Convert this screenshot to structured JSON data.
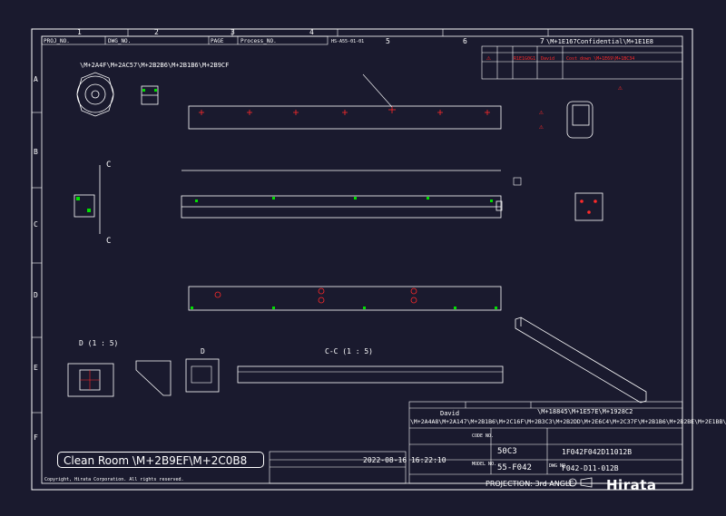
{
  "grid": {
    "columns": [
      "1",
      "2",
      "3",
      "4",
      "5",
      "6",
      "7"
    ],
    "rows": [
      "A",
      "B",
      "C",
      "D",
      "E",
      "F"
    ]
  },
  "header": {
    "proj_no_label": "PROJ_NO.",
    "dwg_no_label": "DWG_NO.",
    "page_label": "PAGE",
    "process_no_label": "Process_NO.",
    "small_code": "HS-A55-01-01",
    "confidential": "\\M+1E167Confidential\\M+1E1E8"
  },
  "revision": {
    "mark": "⚠",
    "code": "R1E1G0G1",
    "by": "David",
    "text": "Cost down \\M+1E69\\M+1BC34"
  },
  "views": {
    "main_note": "\\M+2A4F\\M+2AC57\\M+2B2B6\\M+2B1B6\\M+2B9CF",
    "section_c": "C",
    "detail_d": "D",
    "detail_d_title": "D (1 : 5)",
    "section_cc_title": "C-C (1 : 5)"
  },
  "title_block": {
    "designer": "David",
    "title_note": "\\M+2A4A8\\M+2A147\\M+2B1B6\\M+2C16F\\M+2B3C3\\M+2B2DD\\M+2E6C4\\M+2C37F\\M+2B1B6\\M+2B2BE\\M+2E1BB\\M+2B1B6\\M+2E1BB",
    "title_code": "\\M+18845\\M+1E57E\\M+1928C2",
    "datetime": "2022-08-16 16:22:10",
    "code_label": "CODE NO.",
    "code_value": "50C3",
    "model_label": "MODEL NO.",
    "model_value": "55-F042",
    "drawing_no": "1F042F042D11012B",
    "dwg_label": "DWG NO.",
    "dwg_value": "F042-D11-012B",
    "projection": "PROJECTION: 3rd ANGLE",
    "company": "Hirata",
    "copyright": "Copyright, Hirata Corporation. All rights reserved."
  },
  "badge": {
    "clean_room": "Clean Room \\M+2B9EF\\M+2C0B8"
  },
  "colors": {
    "background": "#1a1a2e",
    "line": "#ffffff",
    "accent_red": "#ff2a2a",
    "accent_green": "#00e000"
  }
}
